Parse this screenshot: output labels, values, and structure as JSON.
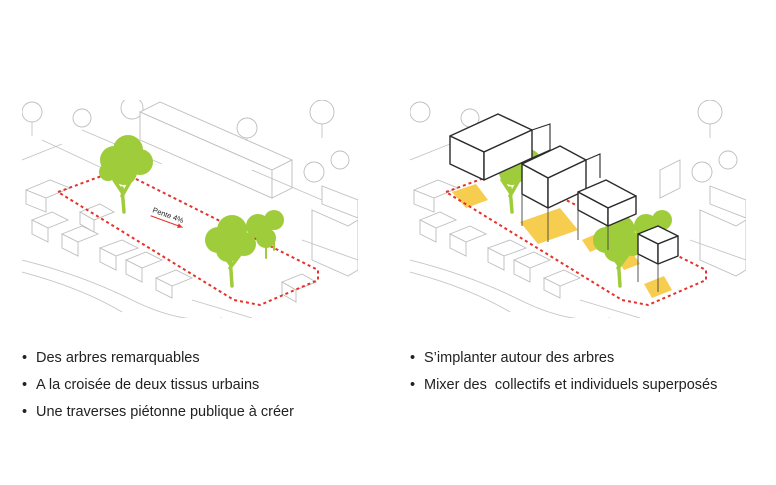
{
  "diagram_left": {
    "slope_label": "Pente 4%",
    "bullets": [
      "Des arbres remarquables",
      "A la croisée de deux tissus urbains",
      "Une traverses piétonne publique à créer"
    ]
  },
  "diagram_right": {
    "bullets": [
      "S’implanter autour des arbres",
      "Mixer des  collectifs et individuels superposés"
    ]
  },
  "colors": {
    "tree": "#9fcc3b",
    "boundary": "#e3322c",
    "courtyard": "#f6cd4e",
    "context": "#bdbdbd"
  },
  "bullet_symbol": "•"
}
